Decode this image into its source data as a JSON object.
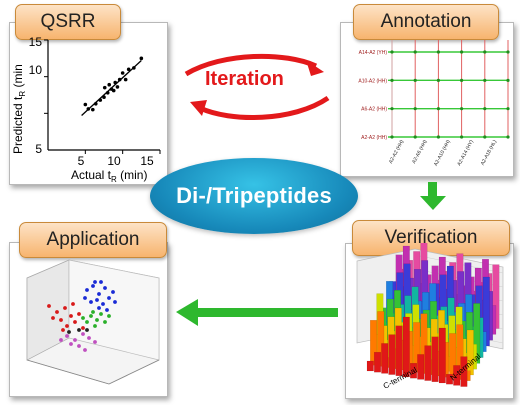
{
  "panels": {
    "qsrr": "QSRR",
    "annotation": "Annotation",
    "application": "Application",
    "verification": "Verification"
  },
  "center": "Di-/Tripeptides",
  "iteration": "Iteration",
  "colors": {
    "header_top": "#fde3c6",
    "header_bottom": "#f7b46e",
    "center": "#1789ba",
    "arrow_red": "#e3191b",
    "arrow_green": "#2eb82e",
    "grid_green": "#38c838",
    "grid_red": "#e06060"
  },
  "chart_data": {
    "type": "scatter",
    "xlabel_text": "Actual t",
    "xlabel_sub": "R",
    "xlabel_unit": " (min)",
    "ylabel_text": "Predicted t",
    "ylabel_sub": "R",
    "ylabel_unit": " (min",
    "x_ticks": [
      "5",
      "10",
      "15"
    ],
    "y_ticks": [
      "5",
      "10",
      "15"
    ],
    "xlim": [
      0,
      15
    ],
    "ylim": [
      0,
      15
    ],
    "points": [
      [
        5,
        6.2
      ],
      [
        5.4,
        5.6
      ],
      [
        6,
        5.5
      ],
      [
        6.4,
        6.3
      ],
      [
        7,
        6.8
      ],
      [
        7.5,
        7.2
      ],
      [
        7.6,
        8.5
      ],
      [
        8,
        7.8
      ],
      [
        8.2,
        8.9
      ],
      [
        8.5,
        8.3
      ],
      [
        8.8,
        8.1
      ],
      [
        9,
        9.2
      ],
      [
        9.3,
        8.6
      ],
      [
        9.6,
        9.6
      ],
      [
        10,
        10.5
      ],
      [
        10.4,
        9.6
      ],
      [
        10.8,
        11
      ],
      [
        11.5,
        11.2
      ],
      [
        12.5,
        12.5
      ]
    ],
    "fit": [
      [
        4.5,
        4.7
      ],
      [
        12.5,
        12.2
      ]
    ]
  },
  "annotation_grid": {
    "row_labels": [
      "A14-A2 (YH)",
      "A10-A2 (HH)",
      "A6-A2 (HH)",
      "A2-A2 (HH)"
    ],
    "col_labels": [
      "A2-A2 (HH)",
      "A2-A6 (HH)",
      "A2-A10 (HH)",
      "A2-A14 (HY)",
      "A2-A18 (HL)"
    ]
  },
  "verification_axes": {
    "left": "C-terminal",
    "right": "N-terminal"
  }
}
